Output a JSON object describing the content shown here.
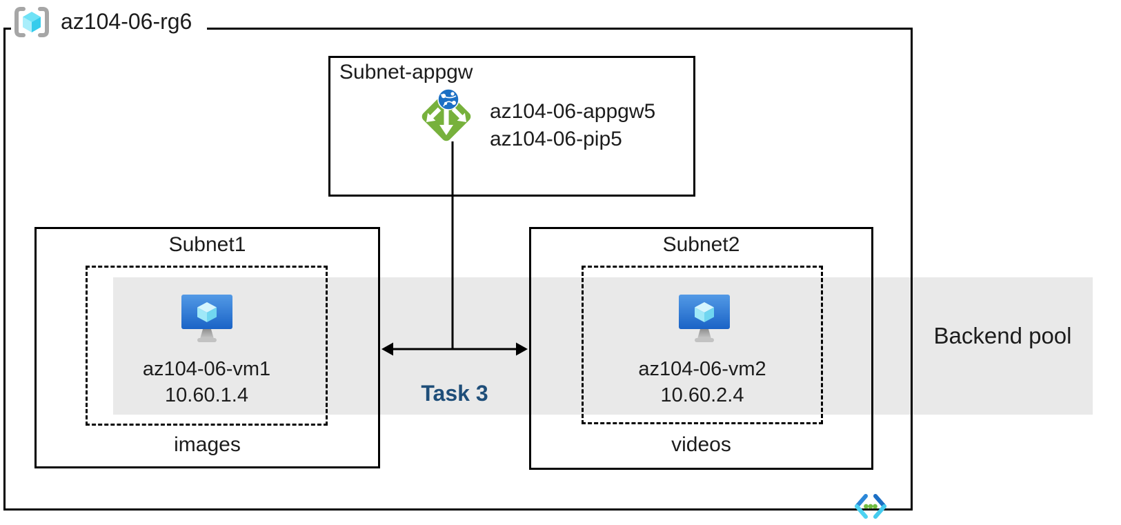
{
  "resource_group": {
    "name": "az104-06-rg6"
  },
  "appgw_subnet": {
    "name": "Subnet-appgw",
    "lines": [
      "az104-06-appgw5",
      "az104-06-pip5"
    ]
  },
  "subnets": [
    {
      "name": "Subnet1",
      "vm_name": "az104-06-vm1",
      "vm_ip": "10.60.1.4",
      "folder": "images"
    },
    {
      "name": "Subnet2",
      "vm_name": "az104-06-vm2",
      "vm_ip": "10.60.2.4",
      "folder": "videos"
    }
  ],
  "backend_pool": {
    "label": "Backend pool"
  },
  "task": {
    "label": "Task 3"
  },
  "icons": {
    "resource_group": "resource-group-cube-icon",
    "application_gateway": "application-gateway-icon",
    "virtual_machine": "virtual-machine-icon",
    "virtual_network": "virtual-network-icon"
  },
  "colors": {
    "backend_band": "#e9e9e9",
    "task_label": "#1f4e79",
    "appgw_green": "#77b13c",
    "globe_blue": "#1b6fc4",
    "vm_screen_top": "#539ae6",
    "vm_screen_bottom": "#1a63c6",
    "cube_cyan": "#6fe2f6",
    "bracket_gray": "#a6a6a6",
    "vnet_blue": "#2b87d8",
    "vnet_cyan": "#4ed3f2",
    "vnet_dot_green": "#70bc42",
    "line_black": "#000000"
  }
}
